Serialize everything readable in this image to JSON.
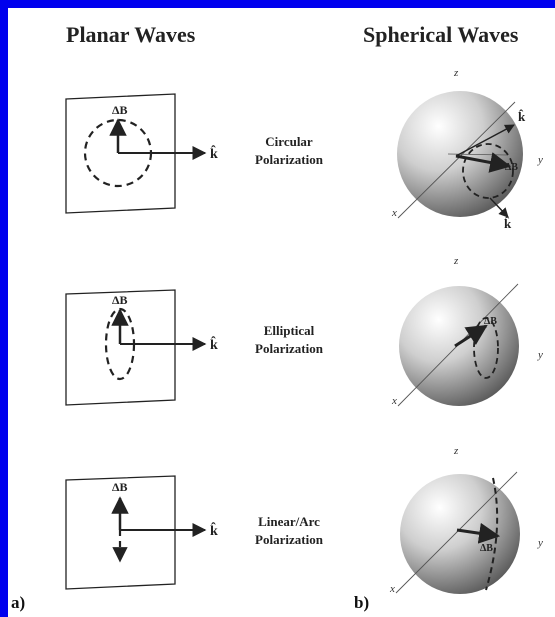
{
  "headers": {
    "planar": "Planar Waves",
    "spherical": "Spherical Waves"
  },
  "rows": [
    {
      "line1": "Circular",
      "line2": "Polarization"
    },
    {
      "line1": "Elliptical",
      "line2": "Polarization"
    },
    {
      "line1": "Linear/Arc",
      "line2": "Polarization"
    }
  ],
  "symbols": {
    "field": "ΔB",
    "wavevector": "k̂",
    "z_axis": "z",
    "y_axis": "y",
    "x_axis": "x"
  },
  "panel_labels": {
    "a": "a)",
    "b": "b)"
  },
  "colors": {
    "frame": "#0000ee",
    "ink": "#222222"
  }
}
